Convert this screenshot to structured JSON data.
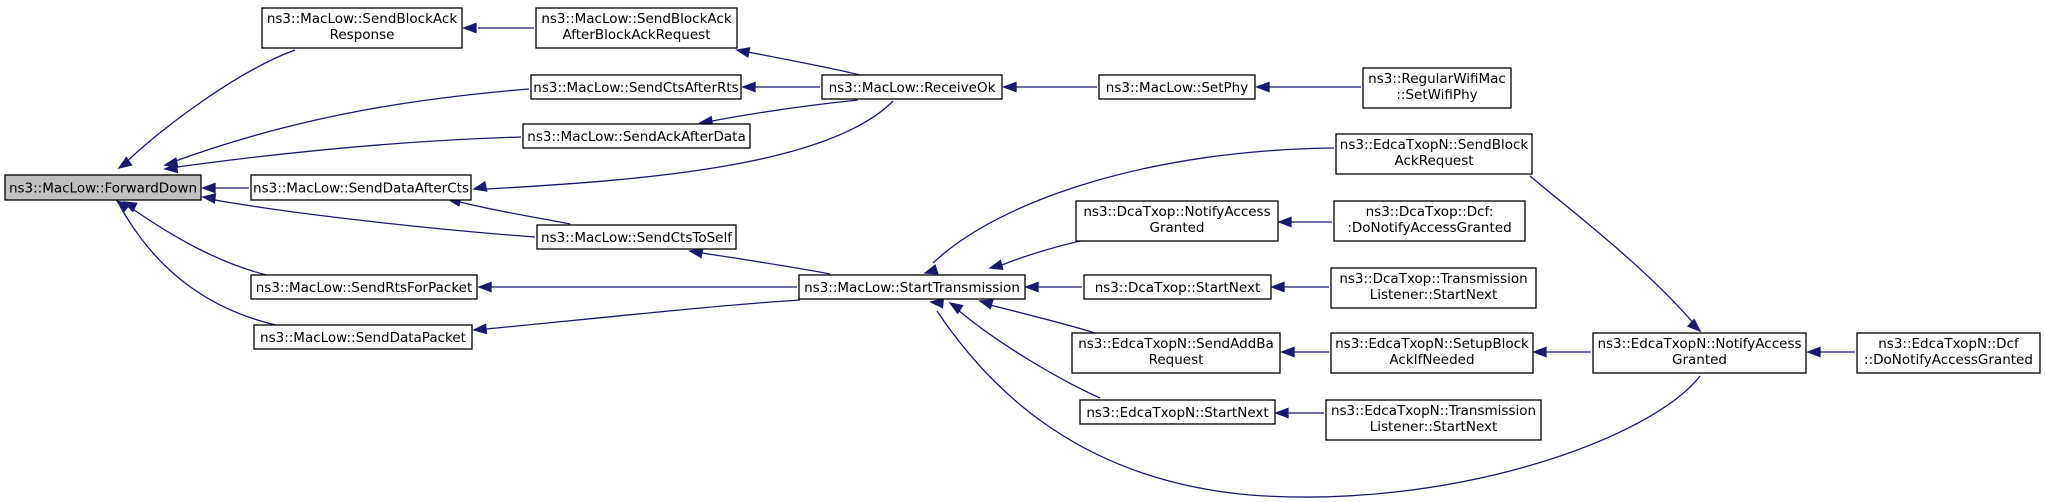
{
  "graph": {
    "nodes": {
      "forward_down": {
        "lines": [
          "ns3::MacLow::ForwardDown"
        ],
        "highlight": true
      },
      "send_block_ack_response": {
        "lines": [
          "ns3::MacLow::SendBlockAck",
          "Response"
        ]
      },
      "send_cts_after_rts": {
        "lines": [
          "ns3::MacLow::SendCtsAfterRts"
        ]
      },
      "send_ack_after_data": {
        "lines": [
          "ns3::MacLow::SendAckAfterData"
        ]
      },
      "send_data_after_cts": {
        "lines": [
          "ns3::MacLow::SendDataAfterCts"
        ]
      },
      "send_cts_to_self": {
        "lines": [
          "ns3::MacLow::SendCtsToSelf"
        ]
      },
      "send_rts_for_packet": {
        "lines": [
          "ns3::MacLow::SendRtsForPacket"
        ]
      },
      "send_data_packet": {
        "lines": [
          "ns3::MacLow::SendDataPacket"
        ]
      },
      "send_block_ack_after_bar": {
        "lines": [
          "ns3::MacLow::SendBlockAck",
          "AfterBlockAckRequest"
        ]
      },
      "receive_ok": {
        "lines": [
          "ns3::MacLow::ReceiveOk"
        ]
      },
      "set_phy": {
        "lines": [
          "ns3::MacLow::SetPhy"
        ]
      },
      "regular_wifi_mac_set_wifi_phy": {
        "lines": [
          "ns3::RegularWifiMac",
          "::SetWifiPhy"
        ]
      },
      "start_transmission": {
        "lines": [
          "ns3::MacLow::StartTransmission"
        ]
      },
      "edca_send_block_ack_request": {
        "lines": [
          "ns3::EdcaTxopN::SendBlock",
          "AckRequest"
        ]
      },
      "dca_notify_access_granted": {
        "lines": [
          "ns3::DcaTxop::NotifyAccess",
          "Granted"
        ]
      },
      "dca_start_next": {
        "lines": [
          "ns3::DcaTxop::StartNext"
        ]
      },
      "edca_send_add_ba_request": {
        "lines": [
          "ns3::EdcaTxopN::SendAddBa",
          "Request"
        ]
      },
      "edca_start_next": {
        "lines": [
          "ns3::EdcaTxopN::StartNext"
        ]
      },
      "dca_dcf_do_notify_access_granted": {
        "lines": [
          "ns3::DcaTxop::Dcf:",
          ":DoNotifyAccessGranted"
        ]
      },
      "dca_transmission_listener_start_next": {
        "lines": [
          "ns3::DcaTxop::Transmission",
          "Listener::StartNext"
        ]
      },
      "edca_setup_block_ack_if_needed": {
        "lines": [
          "ns3::EdcaTxopN::SetupBlock",
          "AckIfNeeded"
        ]
      },
      "edca_transmission_listener_start_next": {
        "lines": [
          "ns3::EdcaTxopN::Transmission",
          "Listener::StartNext"
        ]
      },
      "edca_notify_access_granted": {
        "lines": [
          "ns3::EdcaTxopN::NotifyAccess",
          "Granted"
        ]
      },
      "edca_dcf_do_notify_access_granted": {
        "lines": [
          "ns3::EdcaTxopN::Dcf",
          "::DoNotifyAccessGranted"
        ]
      }
    },
    "edge_color": "#191970",
    "highlight_fill": "#bfbfbf"
  }
}
